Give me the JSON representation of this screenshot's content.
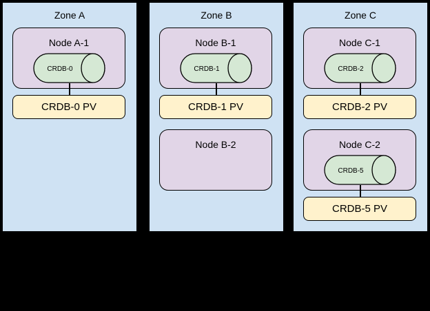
{
  "colors": {
    "background": "#000000",
    "zone_fill": "#cfe2f3",
    "node_fill": "#e1d5e7",
    "cylinder_fill": "#d5e8d4",
    "pv_fill": "#fff2cc",
    "stroke": "#000000"
  },
  "diagram": {
    "zones": [
      {
        "label": "Zone A",
        "nodes": [
          {
            "label": "Node A-1",
            "cylinder": "CRDB-0",
            "pv": "CRDB-0 PV"
          }
        ]
      },
      {
        "label": "Zone B",
        "nodes": [
          {
            "label": "Node B-1",
            "cylinder": "CRDB-1",
            "pv": "CRDB-1 PV"
          },
          {
            "label": "Node B-2"
          }
        ]
      },
      {
        "label": "Zone C",
        "nodes": [
          {
            "label": "Node C-1",
            "cylinder": "CRDB-2",
            "pv": "CRDB-2 PV"
          },
          {
            "label": "Node C-2",
            "cylinder": "CRDB-5",
            "pv": "CRDB-5 PV"
          }
        ]
      }
    ]
  }
}
